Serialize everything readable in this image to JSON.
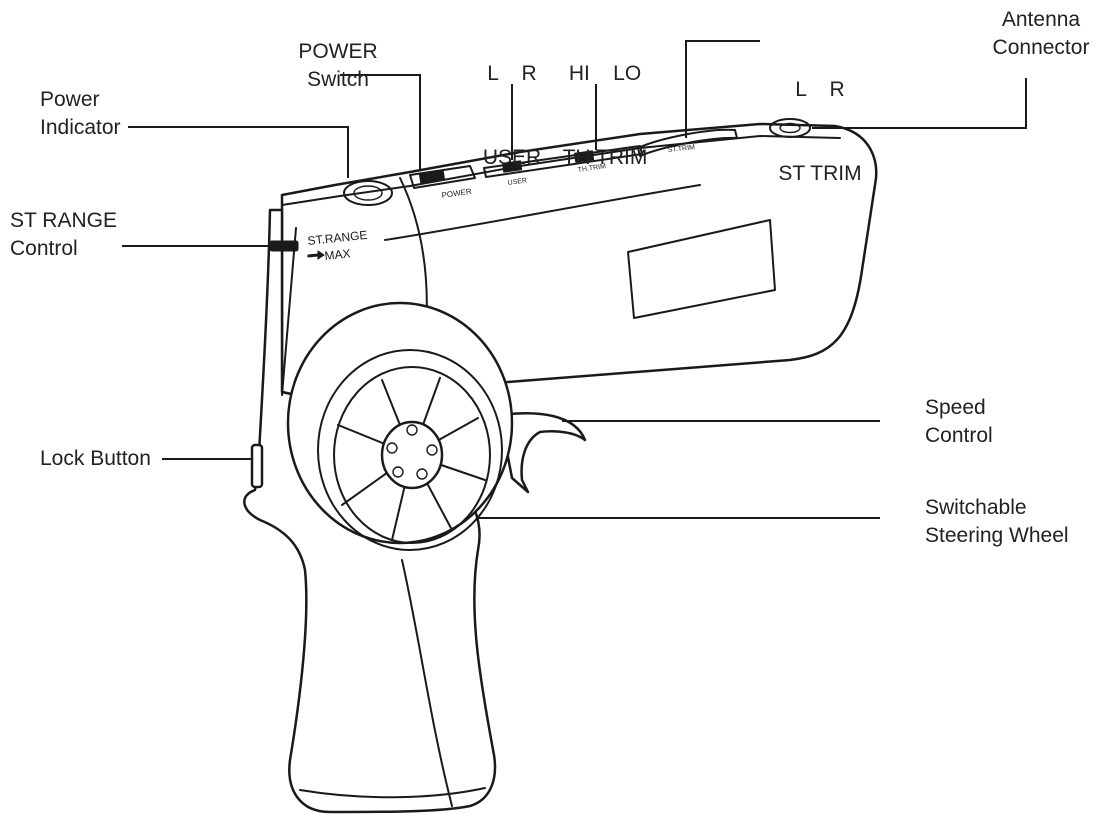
{
  "labels": {
    "power_indicator": [
      "Power",
      "Indicator"
    ],
    "power_switch": [
      "POWER",
      "Switch"
    ],
    "user": [
      "L    R",
      "USER"
    ],
    "th_trim": [
      "HI    LO",
      "TH TRIM"
    ],
    "st_trim": [
      "L    R",
      "ST TRIM"
    ],
    "antenna_connector": [
      "Antenna",
      "Connector"
    ],
    "st_range_control": [
      "ST RANGE",
      "Control"
    ],
    "lock_button": [
      "Lock Button"
    ],
    "speed_control": [
      "Speed",
      "Control"
    ],
    "steering_wheel": [
      "Switchable",
      "Steering Wheel"
    ]
  },
  "body_print": {
    "power": "POWER",
    "user": "USER",
    "th_trim": "TH.TRIM",
    "st_trim": "ST.TRIM",
    "st_range": "ST.RANGE",
    "max": "MAX"
  },
  "colors": {
    "line": "#1a1a1a",
    "label_text": "#222222",
    "background": "#ffffff"
  }
}
